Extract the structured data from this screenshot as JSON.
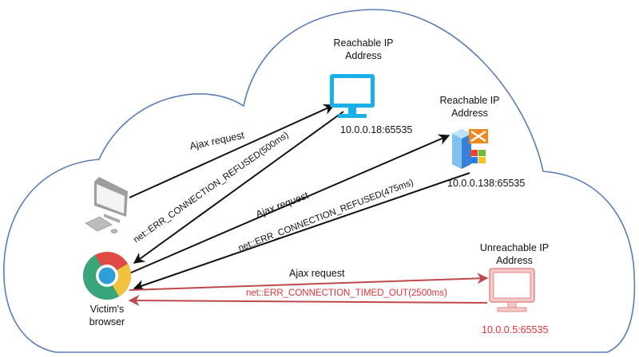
{
  "colors": {
    "cloud_stroke": "#5b7db5",
    "arrow_black": "#111111",
    "arrow_red": "#c0494c",
    "text_red": "#e0333a",
    "monitor_blue": "#19b0ea",
    "monitor_red": "#e8888a"
  },
  "nodes": {
    "reachable_1": {
      "title_line1": "Reachable IP",
      "title_line2": "Address",
      "address": "10.0.0.18:65535",
      "icon": "monitor-icon"
    },
    "reachable_2": {
      "title_line1": "Reachable IP",
      "title_line2": "Address",
      "address": "10.0.0.138:65535",
      "icon": "windows-server-icon"
    },
    "unreachable": {
      "title_line1": "Unreachable IP",
      "title_line2": "Address",
      "address": "10.0.0.5:65535",
      "icon": "monitor-icon"
    },
    "attacker": {
      "icon": "desktop-computer-icon"
    },
    "victim": {
      "label_line1": "Victim's",
      "label_line2": "browser",
      "icon": "chrome-icon"
    }
  },
  "edges": {
    "req_1": "Ajax request",
    "resp_1": "net::ERR_CONNECTION_REFUSED(500ms)",
    "req_2": "Ajax request",
    "resp_2": "net::ERR_CONNECTION_REFUSED(475ms)",
    "req_3": "Ajax request",
    "resp_3": "net::ERR_CONNECTION_TIMED_OUT(2500ms)"
  }
}
